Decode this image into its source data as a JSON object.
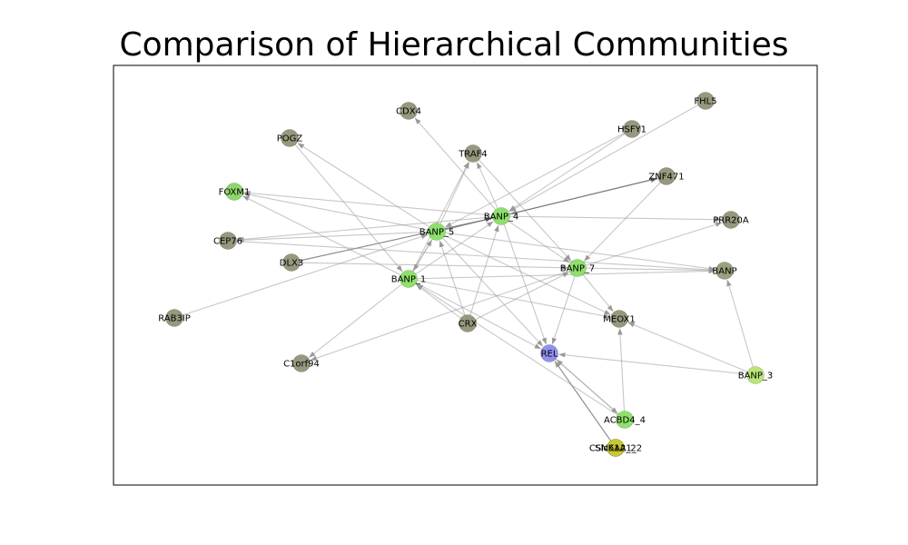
{
  "title": "Comparison of Hierarchical Communities",
  "graph": {
    "colors": {
      "edge": "#999999",
      "edge_dark": "#666666",
      "frame": "#000000"
    },
    "nodes": [
      {
        "id": "CDX4",
        "label": "CDX4",
        "color": "#8f8f73"
      },
      {
        "id": "FHL5",
        "label": "FHL5",
        "color": "#8f8f73"
      },
      {
        "id": "POGZ",
        "label": "POGZ",
        "color": "#8f8f73"
      },
      {
        "id": "HSFY1",
        "label": "HSFY1",
        "color": "#8f8f73"
      },
      {
        "id": "TRAF4",
        "label": "TRAF4",
        "color": "#8f8f73"
      },
      {
        "id": "ZNF471",
        "label": "ZNF471",
        "color": "#8f8f73"
      },
      {
        "id": "FOXM1",
        "label": "FOXM1",
        "color": "#84d45e"
      },
      {
        "id": "BANP_4",
        "label": "BANP_4",
        "color": "#84e05e"
      },
      {
        "id": "PRR20A",
        "label": "PRR20A",
        "color": "#8f8f73"
      },
      {
        "id": "BANP_5",
        "label": "BANP_5",
        "color": "#84e05e"
      },
      {
        "id": "CEP76",
        "label": "CEP76",
        "color": "#8f8f73"
      },
      {
        "id": "DLX3",
        "label": "DLX3",
        "color": "#8f8f73"
      },
      {
        "id": "BANP_7",
        "label": "BANP_7",
        "color": "#84e05e"
      },
      {
        "id": "BANP",
        "label": "BANP",
        "color": "#8f9a73"
      },
      {
        "id": "BANP_1",
        "label": "BANP_1",
        "color": "#84e05e"
      },
      {
        "id": "RAB3IP",
        "label": "RAB3IP",
        "color": "#8f8f73"
      },
      {
        "id": "CRX",
        "label": "CRX",
        "color": "#8f8f73"
      },
      {
        "id": "MEOX1",
        "label": "MEOX1",
        "color": "#8f8f73"
      },
      {
        "id": "REL",
        "label": "REL",
        "color": "#8888f0"
      },
      {
        "id": "BANP_3",
        "label": "BANP_3",
        "color": "#b4e46e"
      },
      {
        "id": "C1orf94",
        "label": "C1orf94",
        "color": "#8f8f73"
      },
      {
        "id": "ACBD4_4",
        "label": "ACBD4_4",
        "color": "#84e05e"
      },
      {
        "id": "CSNK1A1_2",
        "label": "CSNK1A1_2",
        "color": "#d4d41c"
      },
      {
        "id": "Slc6A2_2",
        "label": "Slc6A2_2",
        "color": "#c8c832"
      }
    ],
    "edges": [
      [
        "BANP_4",
        "CDX4"
      ],
      [
        "BANP_4",
        "TRAF4"
      ],
      [
        "BANP_4",
        "ZNF471"
      ],
      [
        "BANP_4",
        "FOXM1"
      ],
      [
        "BANP_4",
        "PRR20A"
      ],
      [
        "BANP_4",
        "CEP76"
      ],
      [
        "BANP_4",
        "REL"
      ],
      [
        "BANP_4",
        "BANP_7"
      ],
      [
        "HSFY1",
        "BANP_4"
      ],
      [
        "FHL5",
        "BANP_4"
      ],
      [
        "HSFY1",
        "BANP_5"
      ],
      [
        "ZNF471",
        "BANP_4"
      ],
      [
        "CRX",
        "BANP_4"
      ],
      [
        "DLX3",
        "BANP_4"
      ],
      [
        "BANP_5",
        "POGZ"
      ],
      [
        "BANP_5",
        "TRAF4"
      ],
      [
        "BANP_5",
        "CEP76"
      ],
      [
        "BANP_5",
        "FOXM1"
      ],
      [
        "BANP_5",
        "BANP"
      ],
      [
        "BANP_5",
        "REL"
      ],
      [
        "BANP_5",
        "BANP_1"
      ],
      [
        "BANP_5",
        "MEOX1"
      ],
      [
        "BANP_1",
        "BANP_5"
      ],
      [
        "BANP_1",
        "TRAF4"
      ],
      [
        "BANP_1",
        "C1orf94"
      ],
      [
        "BANP_1",
        "BANP"
      ],
      [
        "BANP_1",
        "MEOX1"
      ],
      [
        "BANP_1",
        "FOXM1"
      ],
      [
        "POGZ",
        "BANP_1"
      ],
      [
        "RAB3IP",
        "BANP_5"
      ],
      [
        "DLX3",
        "BANP_7"
      ],
      [
        "CRX",
        "BANP_5"
      ],
      [
        "CRX",
        "BANP_7"
      ],
      [
        "CRX",
        "BANP_1"
      ],
      [
        "BANP_7",
        "BANP"
      ],
      [
        "BANP_7",
        "REL"
      ],
      [
        "BANP_7",
        "MEOX1"
      ],
      [
        "BANP_7",
        "PRR20A"
      ],
      [
        "BANP_7",
        "C1orf94"
      ],
      [
        "ZNF471",
        "BANP_7"
      ],
      [
        "TRAF4",
        "BANP_7"
      ],
      [
        "ACBD4_4",
        "MEOX1"
      ],
      [
        "ACBD4_4",
        "BANP_1"
      ],
      [
        "REL",
        "ACBD4_4"
      ],
      [
        "BANP_3",
        "BANP"
      ],
      [
        "BANP_3",
        "MEOX1"
      ],
      [
        "BANP_3",
        "REL"
      ],
      [
        "CSNK1A1_2",
        "REL"
      ],
      [
        "Slc6A2_2",
        "REL"
      ],
      [
        "ACBD4_4",
        "REL"
      ],
      [
        "CEP76",
        "BANP"
      ],
      [
        "BANP_1",
        "BANP_4"
      ],
      [
        "BANP_5",
        "ZNF471"
      ],
      [
        "BANP_1",
        "REL"
      ]
    ],
    "dark_edges": [
      [
        "DLX3",
        "BANP_4"
      ],
      [
        "BANP_5",
        "ZNF471"
      ],
      [
        "CSNK1A1_2",
        "REL"
      ]
    ]
  }
}
